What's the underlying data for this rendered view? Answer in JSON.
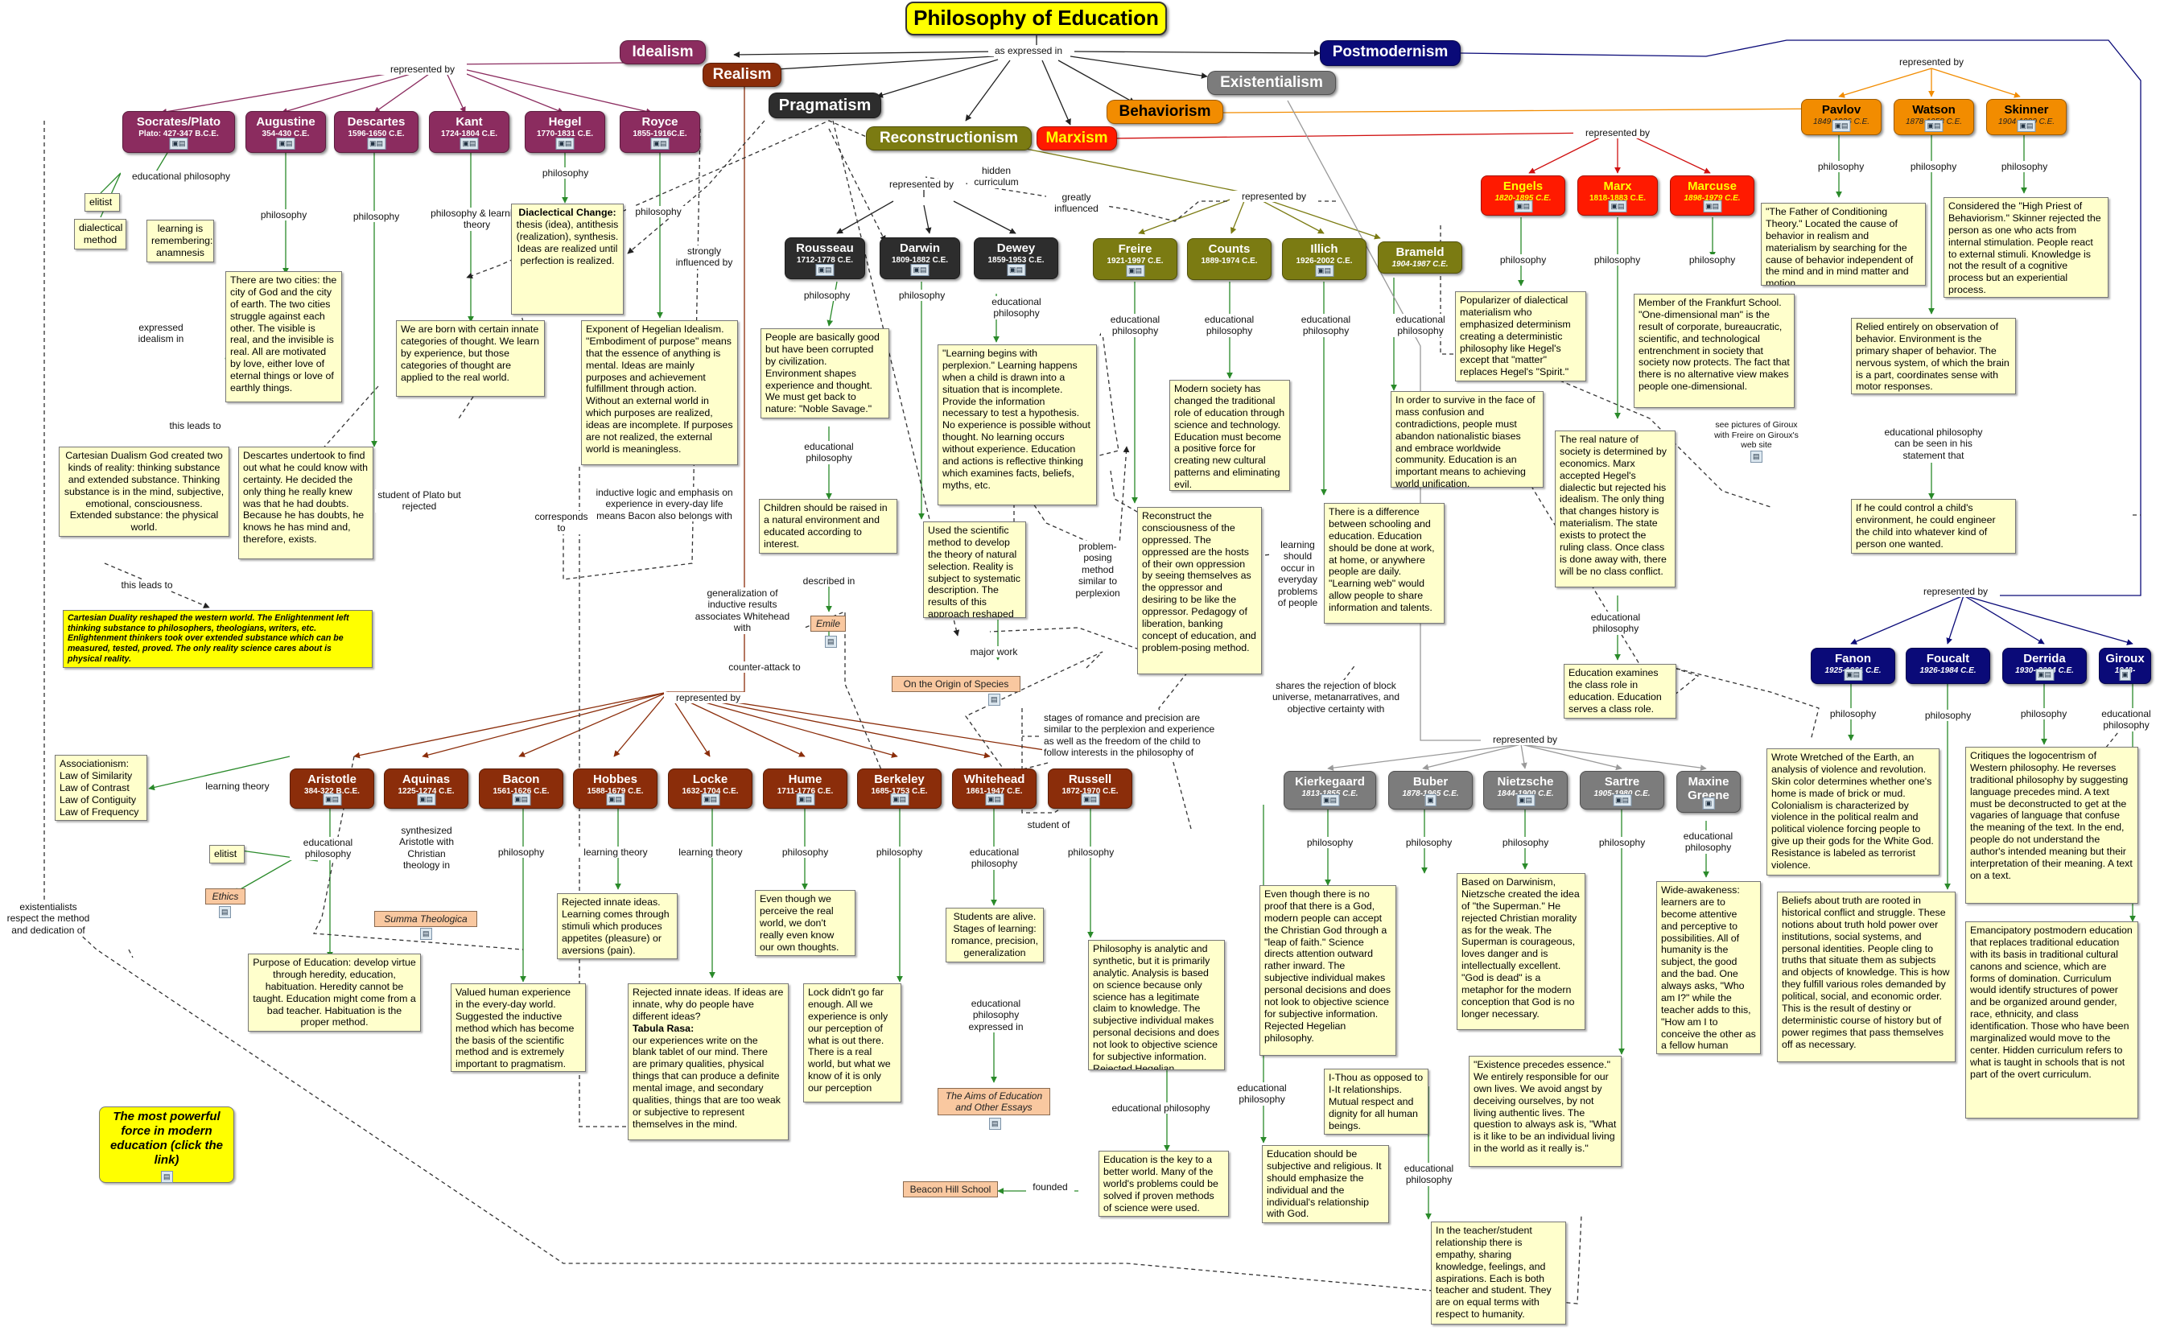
{
  "title": "Philosophy of Education",
  "center_link": "as expressed in",
  "schools": {
    "idealism": "Idealism",
    "realism": "Realism",
    "pragmatism": "Pragmatism",
    "reconstructionism": "Reconstructionism",
    "marxism": "Marxism",
    "behaviorism": "Behaviorism",
    "existentialism": "Existentialism",
    "postmodernism": "Postmodernism"
  },
  "colors": {
    "title": "#ffff00",
    "idealism": "#8b2c5f",
    "realism": "#8b2d0a",
    "pragmatism": "#2d2d2d",
    "reconstructionism": "#7b7b12",
    "marxism": "#ff1a00",
    "behaviorism": "#f28c00",
    "existentialism": "#7c7c7c",
    "postmodernism": "#0a0a78",
    "note": "#ffffcc",
    "source": "#f9c8a0"
  },
  "icon_name": "resource-link-icon",
  "people": {
    "socrates": {
      "name": "Socrates/Plato",
      "date": "Plato: 427-347 B.C.E."
    },
    "augustine": {
      "name": "Augustine",
      "date": "354-430 C.E."
    },
    "descartes": {
      "name": "Descartes",
      "date": "1596-1650 C.E."
    },
    "kant": {
      "name": "Kant",
      "date": "1724-1804 C.E."
    },
    "hegel": {
      "name": "Hegel",
      "date": "1770-1831 C.E."
    },
    "royce": {
      "name": "Royce",
      "date": "1855-1916C.E."
    },
    "rousseau": {
      "name": "Rousseau",
      "date": "1712-1778 C.E."
    },
    "darwin": {
      "name": "Darwin",
      "date": "1809-1882 C.E."
    },
    "dewey": {
      "name": "Dewey",
      "date": "1859-1953 C.E."
    },
    "freire": {
      "name": "Freire",
      "date": "1921-1997 C.E."
    },
    "counts": {
      "name": "Counts",
      "date": "1889-1974 C.E."
    },
    "illich": {
      "name": "Illich",
      "date": "1926-2002 C.E."
    },
    "brameld": {
      "name": "Brameld",
      "date": "1904-1987 C.E."
    },
    "engels": {
      "name": "Engels",
      "date": "1820-1895 C.E."
    },
    "marx": {
      "name": "Marx",
      "date": "1818-1883 C.E."
    },
    "marcuse": {
      "name": "Marcuse",
      "date": "1898-1979 C.E."
    },
    "pavlov": {
      "name": "Pavlov",
      "date": "1849-1936 C.E."
    },
    "watson": {
      "name": "Watson",
      "date": "1878-1958 C.E."
    },
    "skinner": {
      "name": "Skinner",
      "date": "1904-1990 C.E."
    },
    "fanon": {
      "name": "Fanon",
      "date": "1925-1961 C.E."
    },
    "foucalt": {
      "name": "Foucalt",
      "date": "1926-1984 C.E."
    },
    "derrida": {
      "name": "Derrida",
      "date": "1930- 2004 C.E."
    },
    "giroux": {
      "name": "Giroux",
      "date": "1943-"
    },
    "aristotle": {
      "name": "Aristotle",
      "date": "384-322 B.C.E."
    },
    "aquinas": {
      "name": "Aquinas",
      "date": "1225-1274 C.E."
    },
    "bacon": {
      "name": "Bacon",
      "date": "1561-1626 C.E."
    },
    "hobbes": {
      "name": "Hobbes",
      "date": "1588-1679 C.E."
    },
    "locke": {
      "name": "Locke",
      "date": "1632-1704 C.E."
    },
    "hume": {
      "name": "Hume",
      "date": "1711-1776 C.E."
    },
    "berkeley": {
      "name": "Berkeley",
      "date": "1685-1753 C.E."
    },
    "whitehead": {
      "name": "Whitehead",
      "date": "1861-1947 C.E."
    },
    "russell": {
      "name": "Russell",
      "date": "1872-1970 C.E."
    },
    "kierkegaard": {
      "name": "Kierkegaard",
      "date": "1813-1855 C.E."
    },
    "buber": {
      "name": "Buber",
      "date": "1878-1965 C.E."
    },
    "nietzsche": {
      "name": "Nietzsche",
      "date": "1844-1900 C.E."
    },
    "sartre": {
      "name": "Sartre",
      "date": "1905-1980 C.E."
    },
    "greene": {
      "name": "Maxine Greene",
      "date": ""
    }
  },
  "labels": {
    "represented_by": "represented by",
    "educational_philosophy": "educational philosophy",
    "philosophy": "philosophy",
    "philosophy_learning_theory": "philosophy & learning theory",
    "expressed_idealism_in": "expressed idealism in",
    "this_leads_to": "this leads to",
    "student_of_plato": "student of Plato but rejected",
    "corresponds_to": "corresponds to",
    "strongly_influenced_by": "strongly influenced by",
    "hidden_curriculum": "hidden curriculum",
    "greatly_influenced": "greatly influenced",
    "inductive_logic": "inductive logic and emphasis on experience in every-day life means Bacon also belongs with",
    "generalization": "generalization of inductive results associates Whitehead with",
    "counter_attack": "counter-attack to",
    "problem_posing": "problem-posing method similar to perplexion",
    "learning_everyday": "learning should occur in everyday problems of people",
    "shares_rejection": "shares the rejection of block universe, metanarratives, and objective certainty with",
    "stages_similar": "stages of romance and precision are similar to the perplexion and experience as well as the freedom of the child to follow interests in the philosophy of",
    "described_in": "described in",
    "major_work": "major work",
    "learning_theory": "learning theory",
    "synthesized": "synthesized Aristotle with Christian theology in",
    "student_of": "student of",
    "expressed_in_philosophy": "educational philosophy expressed in",
    "founded": "founded",
    "existentialists_respect": "existentialists respect the method and dedication of",
    "see_pictures": "see pictures of Giroux with Freire on Giroux's web site",
    "behaviorism_statement": "educational philosophy can be seen in his statement that"
  },
  "notes": {
    "elitist": "elitist",
    "dialectical_method": "dialectical method",
    "learning_remembering": "learning is remembering: anamnesis",
    "augustine_phil": "There are two cities: the city of God and the city of earth. The two cities struggle against each other. The visible is real, and the invisible is real. All are motivated by love, either love of eternal things or love of earthly things.",
    "cartesian_dualism": "Cartesian Dualism God created two kinds of reality: thinking substance and extended substance. Thinking substance is in the mind, subjective, emotional, consciousness. Extended substance: the physical world.",
    "descartes_phil": "Descartes undertook to find out what he could know with certainty. He decided the only thing he really knew was that he had doubts. Because he has doubts, he knows he has mind and, therefore, exists.",
    "cartesian_reshaped": "Cartesian Duality reshaped the western world. The Enlightenment left thinking substance to philosophers, theologians, writers, etc. Enlightenment thinkers took over extended substance which can be measured, tested, proved. The only reality science cares about is physical reality.",
    "kant_phil": "We are born with certain innate categories of thought. We learn by experience, but those categories of thought are applied to the real world.",
    "dialectical_change_title": "Diaclectical Change:",
    "dialectical_change": "thesis (idea), antithesis (realization), synthesis. Ideas are realized until perfection is realized.",
    "royce_phil": "Exponent of Hegelian Idealism. \"Embodiment of purpose\" means that the essence of anything is mental. Ideas are mainly purposes and achievement fulfillment through action. Without an external world in which purposes are realized, ideas are incomplete. If purposes are not realized, the external world is meaningless.",
    "rousseau_phil": "People are basically good but have been corrupted by civilization. Environment shapes experience and thought. We must get back to nature: \"Noble Savage.\"",
    "rousseau_edu": "Children should be raised in a natural environment and educated according to interest.",
    "darwin_phil": "Used the scientific method to develop the theory of natural selection. Reality is subject to systematic description. The results of this approach reshaped the way people think about the world: open-ended process.",
    "dewey_edu": "\"Learning begins with perplexion.\" Learning happens when a child is drawn into a situation that is incomplete. Provide the information necessary to test a hypothesis. No experience is possible without thought. No learning occurs without experience. Education and actions is reflective thinking which examines facts, beliefs, myths, etc.",
    "freire_edu": "Reconstruct the consciousness of the oppressed. The oppressed are the hosts of their own oppression by seeing themselves as the oppressor and desiring to be like the oppressor. Pedagogy of liberation, banking concept of education, and problem-posing method.",
    "counts_edu": "Modern society has changed the traditional role of education through science and technology. Education must become a positive force for creating new cultural patterns and eliminating evil.",
    "illich_edu": "There is a difference between schooling and education. Education should be done at work, at home, or anywhere people are daily. \"Learning web\" would allow people to share information and talents.",
    "brameld_edu": "In order to survive in the face of mass confusion and contradictions, people must abandon nationalistic biases and embrace worldwide community. Education is an important means to achieving world unification.",
    "engels_phil": "Popularizer of dialectical materialism who emphasized determinism creating a deterministic philosophy like Hegel's except that \"matter\" replaces Hegel's \"Spirit.\"",
    "marx_phil": "The real nature of society is determined by economics. Marx accepted Hegel's dialectic but rejected his idealism. The only thing that changes history is materialism. The state exists to protect the ruling class. Once class is done away with, there will be no class conflict.",
    "marx_edu": "Education examines the class role in education. Education serves a class role.",
    "marcuse_phil": "Member of the Frankfurt School. \"One-dimensional man\" is the result of corporate, bureaucratic, scientific, and technological entrenchment in society that society now protects. The fact that there is no alternative view makes people one-dimensional.",
    "pavlov_phil": "\"The Father of Conditioning Theory.\" Located the cause of behavior in realism and materialism by searching for the cause of behavior independent of the mind and in mind matter and motion.",
    "watson_phil": "Relied entirely on observation of behavior. Environment is the primary shaper of behavior. The nervous system, of which the brain is a part, coordinates sense with motor responses.",
    "watson_statement": "If he could control a child's environment, he could engineer the child into whatever kind of person one wanted.",
    "skinner_phil": "Considered the \"High Priest of Behaviorism.\" Skinner rejected the person as one who acts from internal stimulation. People react to external stimuli. Knowledge is not the result of a cognitive process but an experiential process.",
    "fanon_phil": "Wrote Wretched of the Earth, an analysis of violence and revolution. Skin color determines whether one's home is made of brick or mud. Colonialism is characterized by violence in the political realm and political violence forcing people to give up their gods for the White God. Resistance is labeled as terrorist violence.",
    "foucalt_phil": "Beliefs about truth are rooted in historical conflict and struggle. These notions about truth hold power over institutions, social systems, and personal identities. People cling to truths that situate them as subjects and objects of knowledge. This is how they fulfill various roles demanded by political, social, and economic order. This is the result of destiny or deterministic course of history but of power regimes that pass themselves off as necessary.",
    "derrida_phil": "Critiques the logocentrism of Western philosophy. He reverses traditional philosophy by suggesting language precedes mind. A text must be deconstructed to get at the vagaries of language that confuse the meaning of the text. In the end, people do not understand the author's intended meaning but their interpretation of their meaning. A text on a text.",
    "giroux_edu": "Emancipatory postmodern education that replaces traditional education with its basis in traditional cultural canons and science, which are forms of domination. Curriculum would identify structures of power and be organized around gender, race, ethnicity, and class identification. Those who have been marginalized would move to the center. Hidden curriculum refers to what is taught in schools that is not part of the overt curriculum.",
    "association": "Associationism: Law of Similarity Law of Contrast Law of Contiguity Law of Frequency",
    "aristotle_edu": "Purpose of Education: develop virtue through heredity, education, habituation. Heredity cannot be taught. Education might come from a bad teacher. Habituation is the proper method.",
    "bacon_phil": "Valued human experience in the every-day world. Suggested the inductive method which has become the basis of the scientific method and is extremely important to pragmatism.",
    "hobbes_lt": "Rejected innate ideas. Learning comes through stimuli which produces appetites (pleasure) or aversions (pain).",
    "locke_lt_head": "Rejected innate ideas. If ideas are innate, why do people have different ideas?",
    "locke_lt_tabula": "Tabula Rasa:",
    "locke_lt_body": "our experiences write on the blank tablet of our mind. There are primary qualities, physical things that can produce a definite mental image, and secondary qualities, things that are too weak or subjective to represent themselves in the mind.",
    "hume_phil": "Even though we perceive the real world, we don't really even know our own thoughts.",
    "berkeley_phil": "Lock didn't go far enough. All we experience is only our perception of what is out there. There is a real world, but what we know of it is only our perception",
    "whitehead_edu": "Students are alive. Stages of learning: romance, precision, generalization",
    "russell_phil": "Philosophy is analytic and synthetic, but it is primarily analytic. Analysis is based on science because only science has a legitimate claim to knowledge. The subjective individual makes personal decisions and does not look to objective science for subjective information. Rejected Hegelian philosophy.",
    "russell_edu": "Education is the key to a better world. Many of the world's problems could be solved if proven methods of science were used.",
    "kierkegaard_phil": "Even though there is no proof that there is a God, modern people can accept the Christian God through a \"leap of faith.\" Science directs attention outward rather inward. The subjective individual makes personal decisions and does not look to objective science for subjective information. Rejected Hegelian philosophy.",
    "kierkegaard_edu": "Education should be subjective and religious. It should emphasize the individual and the individual's relationship with God.",
    "buber_phil": "I-Thou as opposed to I-It relationships. Mutual respect and dignity for all human beings.",
    "buber_edu": "In the teacher/student relationship there is empathy, sharing knowledge, feelings, and aspirations. Each is both teacher and student. They are on equal terms with respect to humanity.",
    "nietzsche_phil": "Based on Darwinism, Nietzsche created the idea of \"the Superman.\" He rejected Christian morality as for the weak. The Superman is courageous, loves danger and is intellectually excellent. \"God is dead\" is a metaphor for the modern conception that God is no longer necessary.",
    "sartre_phil": "\"Existence precedes essence.\" We entirely responsible for our own lives. We avoid angst by deceiving ourselves, by not living authentic lives. The question to always ask is, \"What is it like to be an individual living in the world as it really is.\"",
    "greene_edu": "Wide-awakeness: learners are to become attentive and perceptive to possibilities. All of humanity is the subject, the good and the bad. One always asks, \"Who am I?\" while the teacher adds to this, \"How am I to conceive the other as a fellow human being?\"",
    "most_powerful": "The most powerful force in modern education (click the link)"
  },
  "sources": {
    "emile": "Emile",
    "origin": "On the Origin of Species",
    "ethics": "Ethics",
    "summa": "Summa Theologica",
    "aims": "The Aims of Education and Other Essays",
    "beacon": "Beacon Hill School"
  }
}
